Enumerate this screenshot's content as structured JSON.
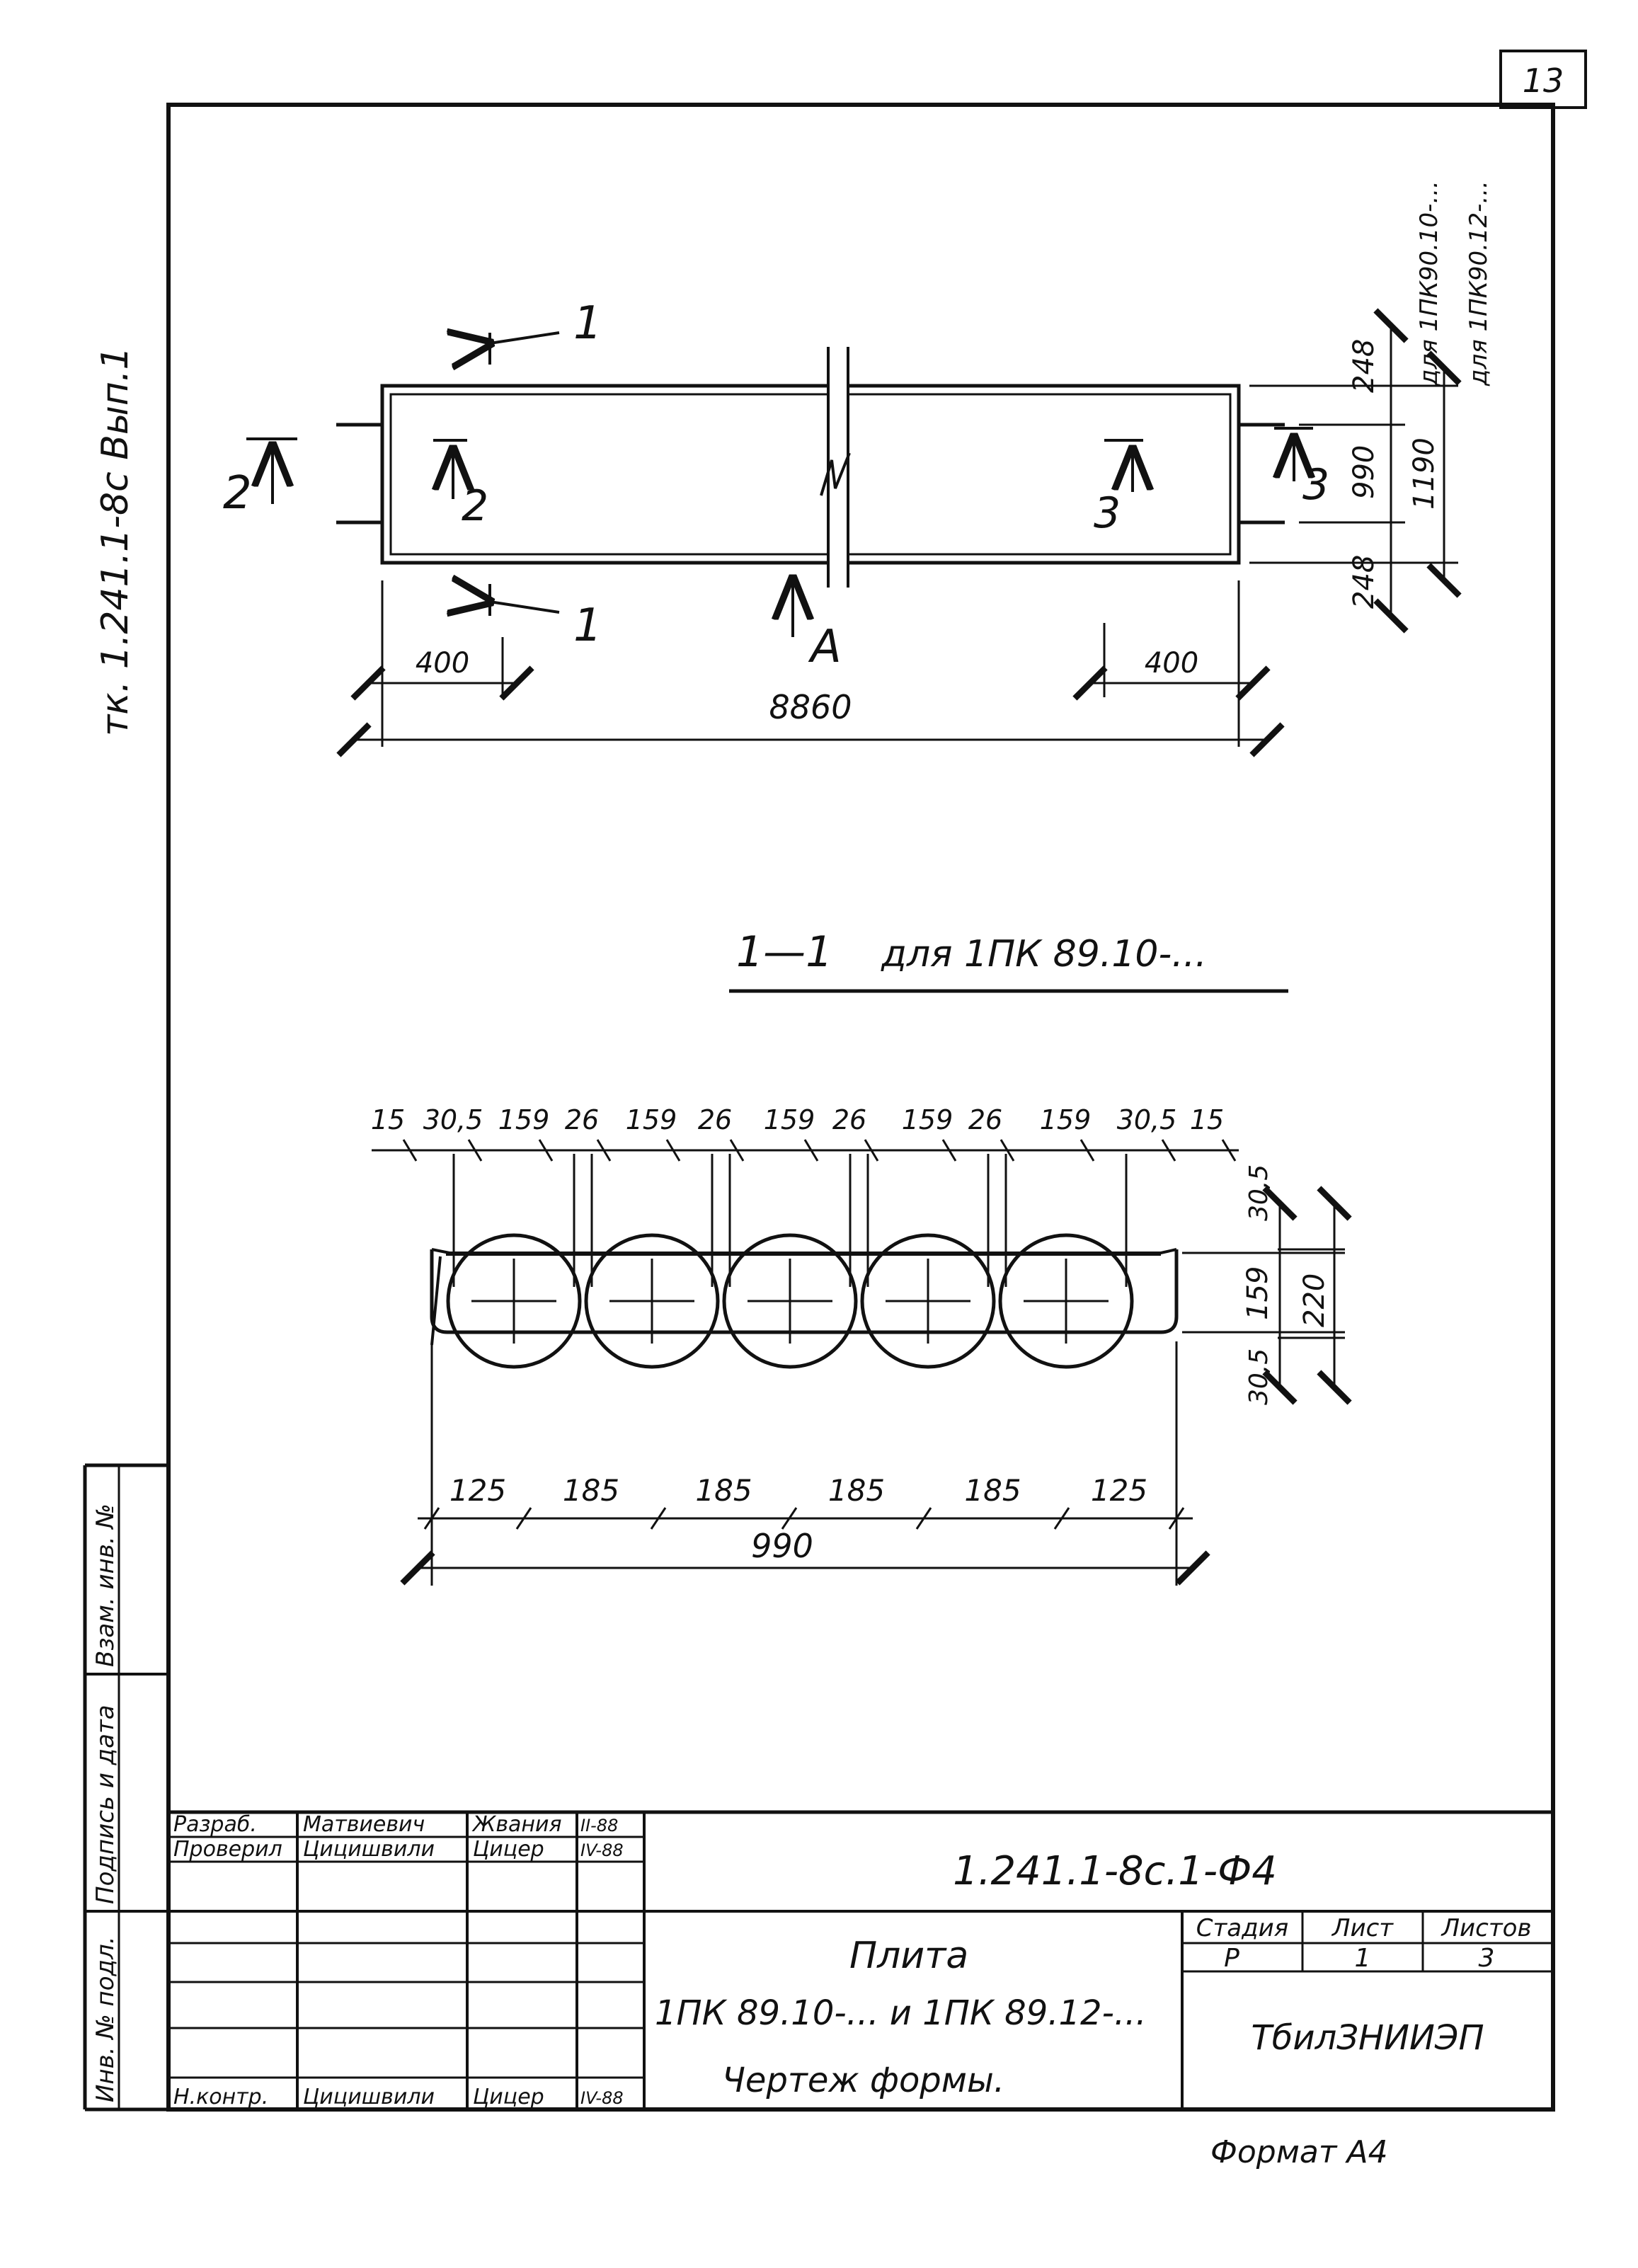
{
  "sheet": {
    "page_number": "13",
    "side_label": "тк. 1.241.1-8с Вып.1",
    "format": "Формат А4"
  },
  "plan": {
    "section_1_top": "1",
    "section_1_bottom": "1",
    "section_2_outer": "2",
    "section_2_inner": "2",
    "section_3_inner": "3",
    "section_3_outer": "3",
    "view_a": "A",
    "dim_left_400": "400",
    "dim_right_400": "400",
    "dim_total": "8860",
    "dim_248_top": "248",
    "dim_990": "990",
    "dim_248_bottom": "248",
    "dim_1190": "1190",
    "label_pk90_10": "для 1ПК90.10-...",
    "label_pk90_12": "для 1ПК90.12-..."
  },
  "section": {
    "title_left": "1—1",
    "title_right": "для 1ПК 89.10-...",
    "top_dims": [
      "15",
      "30,5",
      "159",
      "26",
      "159",
      "26",
      "159",
      "26",
      "159",
      "26",
      "159",
      "30,5",
      "15"
    ],
    "right_dims": {
      "top": "30,5",
      "middle": "159",
      "bottom": "30,5",
      "total": "220"
    },
    "bottom_dims": [
      "125",
      "185",
      "185",
      "185",
      "185",
      "125"
    ],
    "bottom_total": "990",
    "hole_count": 5
  },
  "side_stamp": [
    "Взам. инв. №",
    "Подпись и дата",
    "Инв. № подл."
  ],
  "title_block": {
    "roles": [
      "Разраб.",
      "Проверил",
      "",
      "",
      "",
      "Н.контр."
    ],
    "names": [
      "Матвиевич",
      "Цицишвили",
      "",
      "",
      "",
      "Цицишвили"
    ],
    "signatures": [
      "Жвания",
      "Цицер",
      "",
      "",
      "",
      "Цицер"
    ],
    "dates": [
      "II-88",
      "IV-88",
      "",
      "",
      "",
      "IV-88"
    ],
    "code": "1.241.1-8с.1-Ф4",
    "title_lines": [
      "Плита",
      "1ПК 89.10-... и 1ПК 89.12-...",
      "Чертеж формы."
    ],
    "stage_header": "Стадия",
    "sheet_header": "Лист",
    "sheets_header": "Листов",
    "stage": "Р",
    "sheet": "1",
    "sheets": "3",
    "organization": "ТбилЗНИИЭП"
  }
}
